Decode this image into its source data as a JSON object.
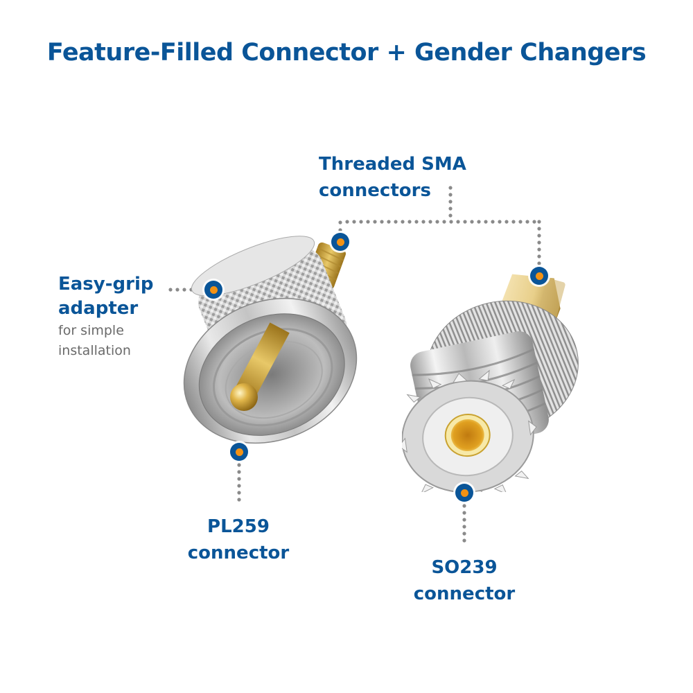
{
  "title": "Feature-Filled Connector + Gender Changers",
  "callouts": {
    "sma": {
      "label": "Threaded SMA connectors"
    },
    "grip": {
      "label_line1": "Easy-grip",
      "label_line2": "adapter",
      "sub_line1": "for simple",
      "sub_line2": "installation"
    },
    "pl259": {
      "label_line1": "PL259",
      "label_line2": "connector"
    },
    "so239": {
      "label_line1": "SO239",
      "label_line2": "connector"
    }
  },
  "colors": {
    "brand_blue": "#0a5598",
    "marker_orange": "#f39214",
    "dotted_line_gray": "#8a8a8a",
    "subtext_gray": "#6a6a6a"
  },
  "products": [
    {
      "name": "PL259 to SMA female adapter",
      "parts": [
        "knurled-grip-nut",
        "gold-center-pin",
        "gold-sma-thread"
      ]
    },
    {
      "name": "SO239 to SMA male adapter",
      "parts": [
        "threaded-body",
        "white-insulator",
        "gold-socket",
        "gold-sma-hex"
      ]
    }
  ]
}
